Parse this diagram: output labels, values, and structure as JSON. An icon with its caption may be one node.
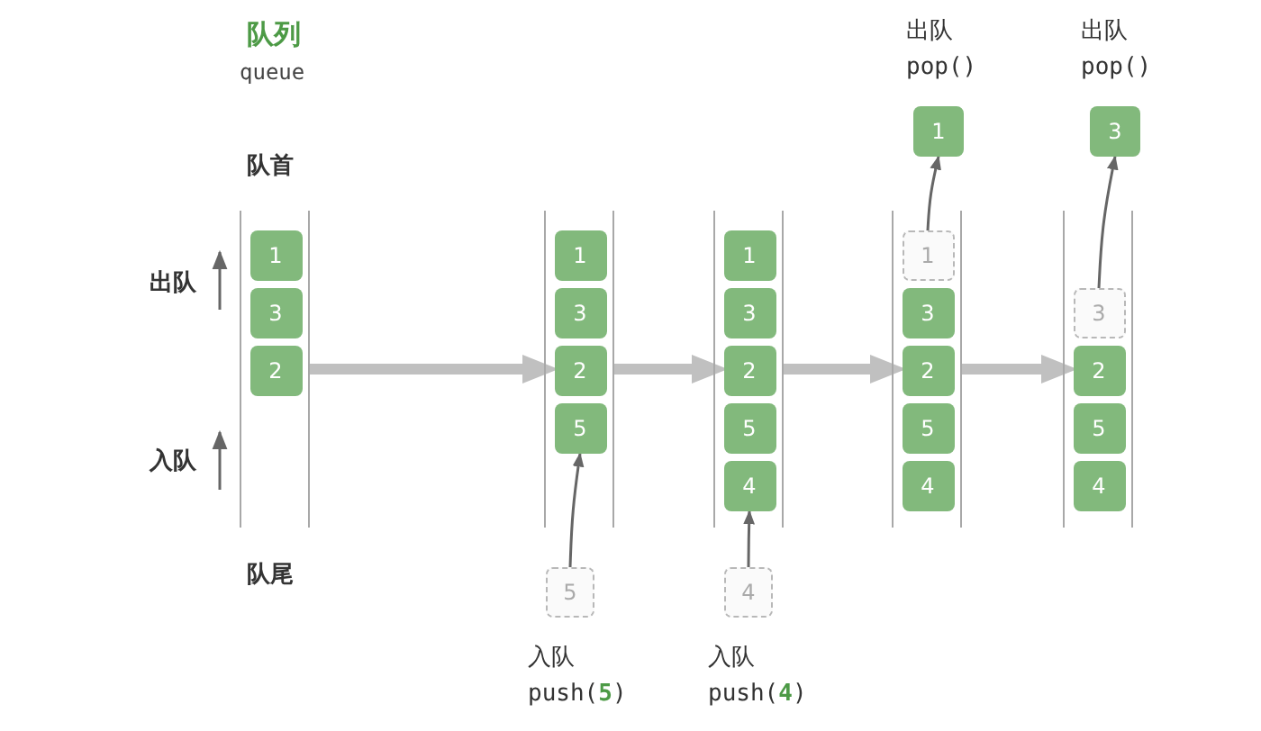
{
  "diagram": {
    "nodes": [
      {
        "text": [],
        "shape": "box"
      },
      {
        "text": [
          "1"
        ],
        "in": 0
      },
      {
        "text": [
          "3"
        ],
        "in": 0
      },
      {
        "text": [
          "2"
        ],
        "in": 0
      },
      {
        "text": [],
        "shape": "box"
      },
      {
        "text": [
          "1"
        ],
        "in": 4
      },
      {
        "text": [
          "3"
        ],
        "in": 4
      },
      {
        "text": [
          "2"
        ],
        "in": 4
      },
      {
        "text": [
          "5"
        ],
        "in": 4
      },
      {
        "text": [
          "5"
        ],
        "beside": [
          "入队",
          "push(**5**)"
        ]
      },
      {
        "text": [],
        "shape": "box"
      },
      {
        "text": [
          "1"
        ],
        "in": 10
      },
      {
        "text": [
          "3"
        ],
        "in": 10
      },
      {
        "text": [
          "2"
        ],
        "in": 10
      },
      {
        "text": [
          "5"
        ],
        "in": 10
      },
      {
        "text": [
          "4"
        ],
        "in": 10
      },
      {
        "text": [
          "4"
        ],
        "beside": [
          "入队",
          "push(**4**)"
        ]
      },
      {
        "text": [],
        "shape": "box"
      },
      {
        "text": [
          "1"
        ],
        "in": 17
      },
      {
        "text": [
          "3"
        ],
        "in": 17
      },
      {
        "text": [
          "2"
        ],
        "in": 17
      },
      {
        "text": [
          "5"
        ],
        "in": 17
      },
      {
        "text": [
          "4"
        ],
        "in": 17
      },
      {
        "text": [
          "1"
        ],
        "beside": [
          "出队",
          "pop()"
        ]
      },
      {
        "text": [],
        "shape": "box"
      },
      {
        "text": [
          "3"
        ],
        "in": 24
      },
      {
        "text": [
          "2"
        ],
        "in": 24
      },
      {
        "text": [
          "5"
        ],
        "in": 24
      },
      {
        "text": [
          "4"
        ],
        "in": 24
      },
      {
        "text": [
          "3"
        ],
        "beside": [
          "出队",
          "pop()"
        ]
      }
    ],
    "edges": [
      {
        "from": 0,
        "to": 4,
        "arrow": "to",
        "style": "thick",
        "color": "#c0c0c0"
      },
      {
        "from": 4,
        "to": 10,
        "arrow": "to",
        "style": "thick",
        "color": "#c0c0c0"
      },
      {
        "from": 10,
        "to": 17,
        "arrow": "to",
        "style": "thick",
        "color": "#c0c0c0"
      },
      {
        "from": 17,
        "to": 24,
        "arrow": "to",
        "style": "thick",
        "color": "#c0c0c0"
      },
      {
        "from": 9,
        "to": 8,
        "arrow": "to"
      },
      {
        "from": 16,
        "to": 15,
        "arrow": "to"
      },
      {
        "from": 18,
        "to": 23,
        "arrow": "to"
      },
      {
        "from": 25,
        "to": 29,
        "arrow": "to"
      }
    ],
    "labels": [
      "队列",
      "queue",
      "队首",
      "出队",
      "入队",
      "队尾"
    ]
  }
}
